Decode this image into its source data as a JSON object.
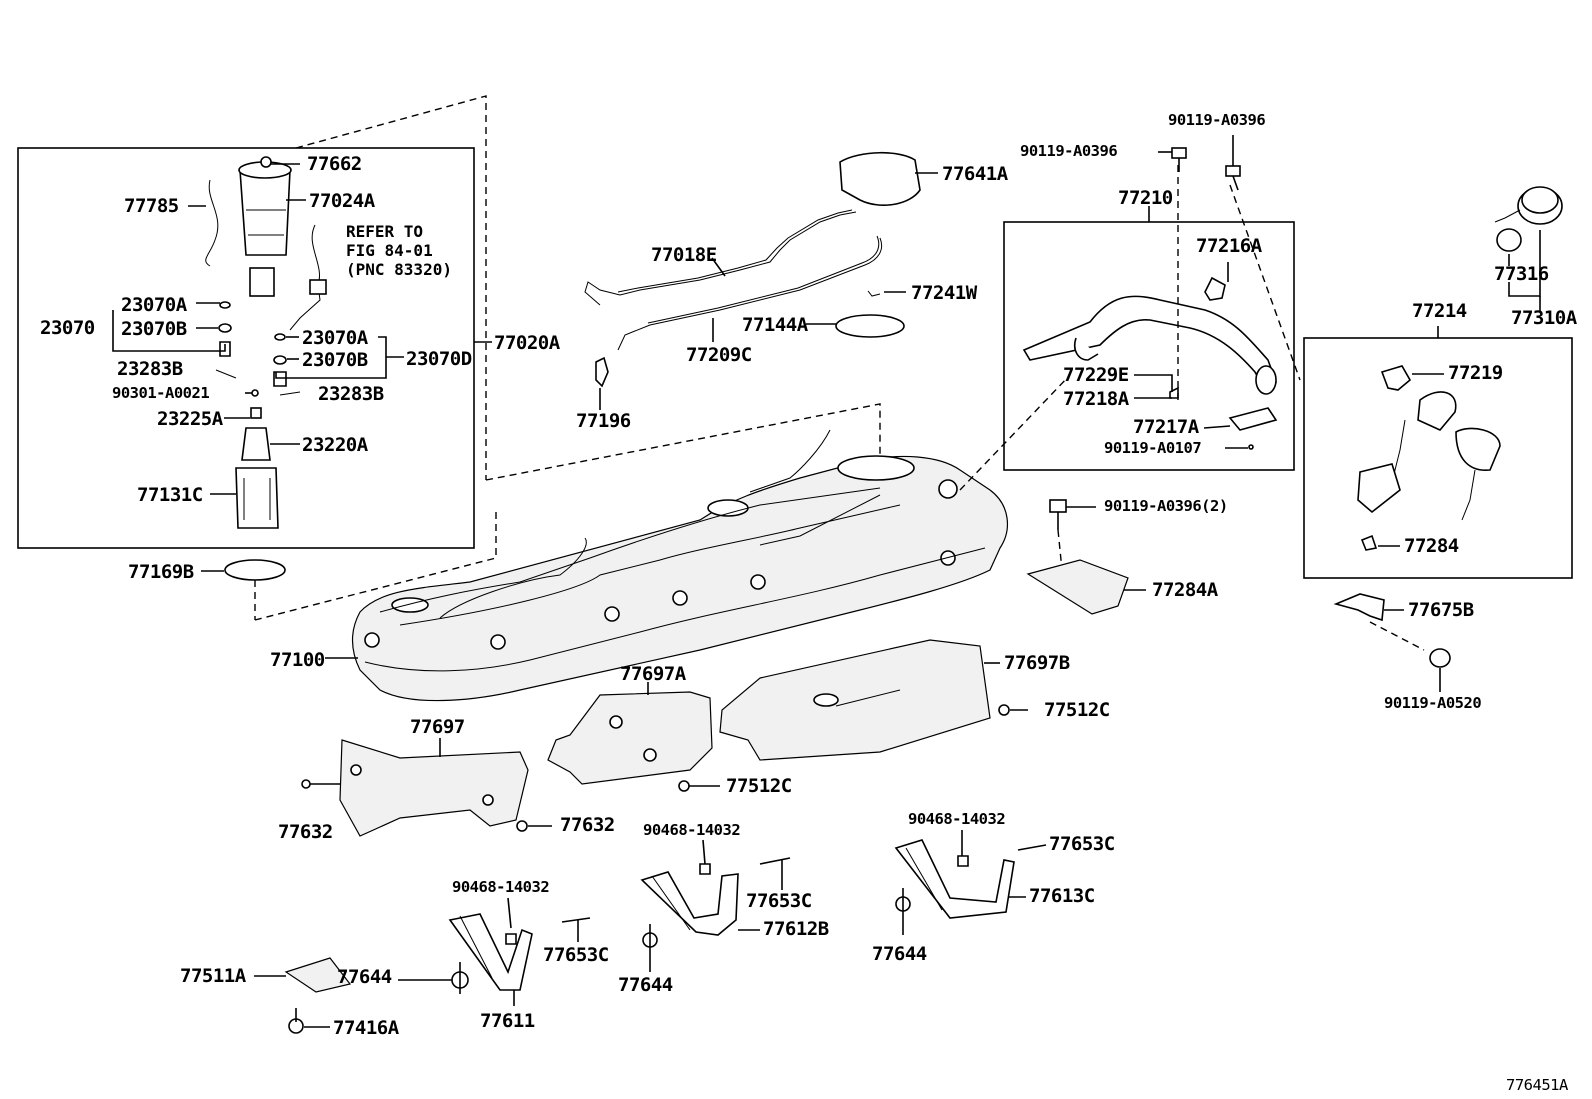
{
  "diagram_id": "776451A",
  "labels": {
    "l_77662": "77662",
    "l_77785": "77785",
    "l_77024A": "77024A",
    "note_refer1": "REFER TO",
    "note_refer2": "FIG 84-01",
    "note_refer3": "(PNC 83320)",
    "l_23070": "23070",
    "l_23070A_left": "23070A",
    "l_23070B_left": "23070B",
    "l_23283B_left": "23283B",
    "l_23070A_right": "23070A",
    "l_23070B_right": "23070B",
    "l_23070D": "23070D",
    "l_90301": "90301-A0021",
    "l_23283B_right": "23283B",
    "l_23225A": "23225A",
    "l_23220A": "23220A",
    "l_77131C": "77131C",
    "l_77020A": "77020A",
    "l_77169B": "77169B",
    "l_77641A": "77641A",
    "l_77018E": "77018E",
    "l_77241W": "77241W",
    "l_77144A": "77144A",
    "l_77209C": "77209C",
    "l_77196": "77196",
    "l_90119_A0396_a": "90119-A0396",
    "l_90119_A0396_b": "90119-A0396",
    "l_77210": "77210",
    "l_77216A": "77216A",
    "l_77229E": "77229E",
    "l_77218A": "77218A",
    "l_77217A": "77217A",
    "l_90119_A0107": "90119-A0107",
    "l_77316": "77316",
    "l_77310A": "77310A",
    "l_77214": "77214",
    "l_77219": "77219",
    "l_77284": "77284",
    "l_90119_A0396_2": "90119-A0396(2)",
    "l_77284A": "77284A",
    "l_77675B": "77675B",
    "l_90119_A0520": "90119-A0520",
    "l_77100": "77100",
    "l_77697B": "77697B",
    "l_77512C_a": "77512C",
    "l_77697A": "77697A",
    "l_77697": "77697",
    "l_77512C_b": "77512C",
    "l_77632_a": "77632",
    "l_77632_b": "77632",
    "l_90468_a": "90468-14032",
    "l_90468_b": "90468-14032",
    "l_90468_c": "90468-14032",
    "l_77653C_a": "77653C",
    "l_77653C_b": "77653C",
    "l_77653C_c": "77653C",
    "l_77612B": "77612B",
    "l_77613C": "77613C",
    "l_77644_a": "77644",
    "l_77644_b": "77644",
    "l_77644_c": "77644",
    "l_77511A": "77511A",
    "l_77416A": "77416A",
    "l_77611": "77611"
  }
}
